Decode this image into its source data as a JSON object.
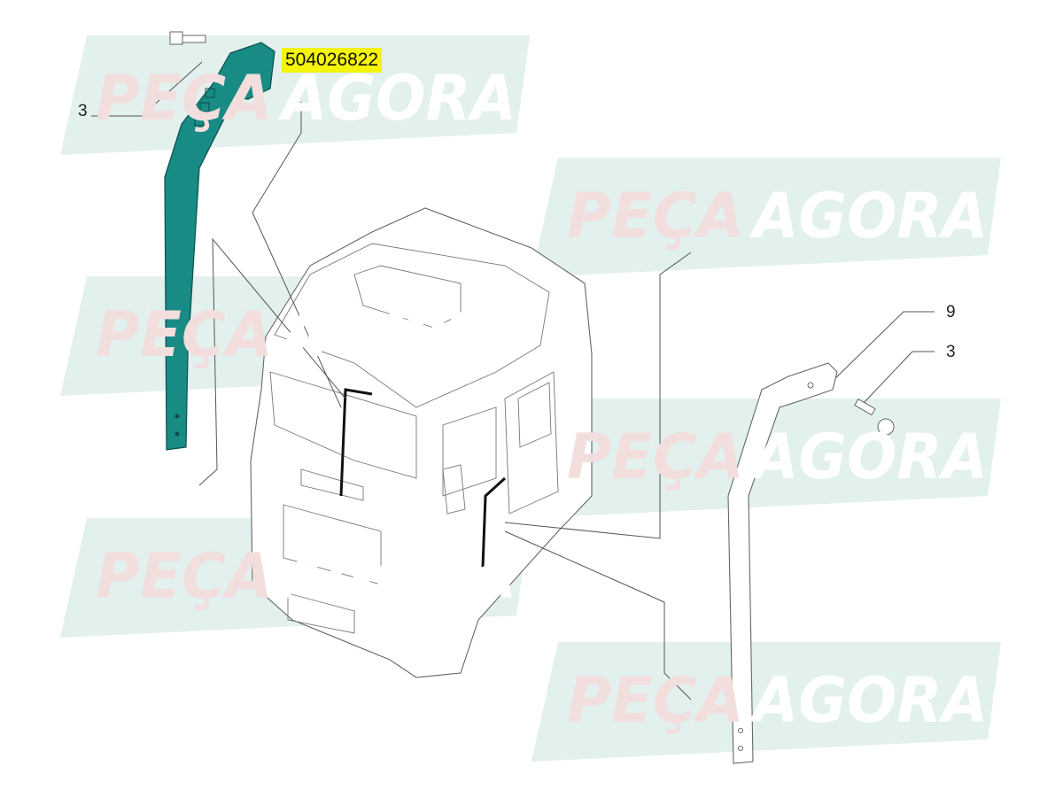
{
  "part_number": "504026822",
  "callouts": [
    "3",
    "9",
    "3"
  ],
  "watermark": {
    "left": "PEÇA",
    "right": "AGORA"
  },
  "colors": {
    "highlight": "#f4f40a",
    "part": "#178b84",
    "watermark_band": "#e2f0ee"
  }
}
